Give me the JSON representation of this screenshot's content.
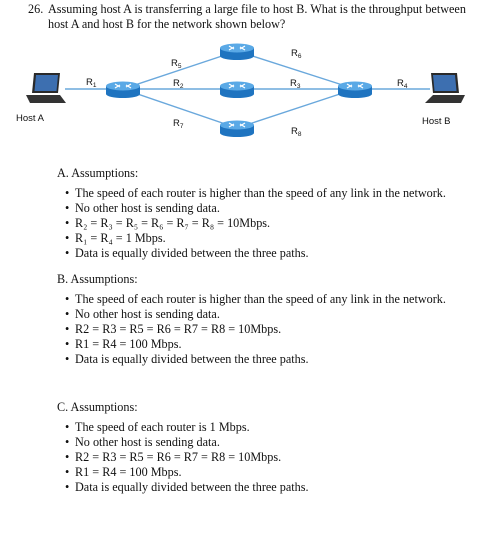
{
  "question": {
    "number": "26.",
    "text": "Assuming host A is transferring a large file to host B. What is the throughput between host A and host B for the network shown below?"
  },
  "diagram": {
    "host_a": "Host A",
    "host_b": "Host B",
    "routers": [
      {
        "id": "R1",
        "letter": "R",
        "sub": "1"
      },
      {
        "id": "R2",
        "letter": "R",
        "sub": "2"
      },
      {
        "id": "R3",
        "letter": "R",
        "sub": "3"
      },
      {
        "id": "R4",
        "letter": "R",
        "sub": "4"
      },
      {
        "id": "R5",
        "letter": "R",
        "sub": "5"
      },
      {
        "id": "R6",
        "letter": "R",
        "sub": "6"
      },
      {
        "id": "R7",
        "letter": "R",
        "sub": "7"
      },
      {
        "id": "R8",
        "letter": "R",
        "sub": "8"
      }
    ],
    "colors": {
      "router_top": "#5aa9e6",
      "router_body": "#1f74c0",
      "link": "#6aa8dc",
      "laptop": "#2a2a2a"
    }
  },
  "options": [
    {
      "title": "A. Assumptions:",
      "bullets": [
        "The speed of each router is higher than the speed of any link in the network.",
        "No other host is sending data.",
        "R₂ = R₃ = R₅ = R₆ = R₇ = R₈ = 10Mbps.",
        "R₁ = R₄ = 1 Mbps.",
        "Data is equally divided between the three paths."
      ]
    },
    {
      "title": "B. Assumptions:",
      "bullets": [
        "The speed of each router is higher than the speed of any link in the network.",
        "No other host is sending data.",
        "R2 = R3 = R5 = R6 = R7 = R8 = 10Mbps.",
        "R1 = R4 = 100 Mbps.",
        "Data is equally divided between the three paths."
      ]
    },
    {
      "title": "C. Assumptions:",
      "bullets": [
        "The speed of each router is 1 Mbps.",
        "No other host is sending data.",
        "R2 = R3 = R5 = R6 = R7 = R8 = 10Mbps.",
        "R1 = R4 = 100 Mbps.",
        "Data is equally divided between the three paths."
      ]
    }
  ]
}
